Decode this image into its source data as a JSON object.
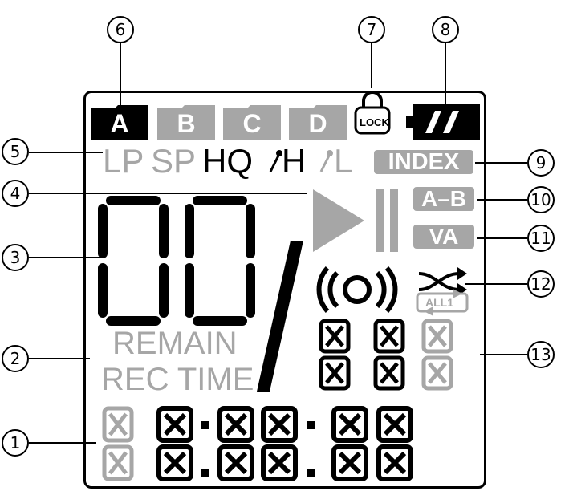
{
  "callouts": [
    "1",
    "2",
    "3",
    "4",
    "5",
    "6",
    "7",
    "8",
    "9",
    "10",
    "11",
    "12",
    "13"
  ],
  "folders": [
    "A",
    "B",
    "C",
    "D"
  ],
  "lock_label": "LOCK",
  "quality": {
    "lp": "LP",
    "sp": "SP",
    "hq": "HQ",
    "mic_high": "H",
    "mic_low": "L"
  },
  "badges": {
    "index": "INDEX",
    "ab": "A–B",
    "va": "VA",
    "all1": "ALL1"
  },
  "remain": {
    "line1": "REMAIN",
    "line2": "REC TIME"
  },
  "colors": {
    "active": "#000000",
    "inactive": "#a6a6a6",
    "background": "#ffffff"
  },
  "icons": [
    "lock-icon",
    "battery-icon",
    "play-icon",
    "pause-icon",
    "broadcast-icon",
    "shuffle-icon",
    "repeat-icon",
    "microphone-icon"
  ]
}
